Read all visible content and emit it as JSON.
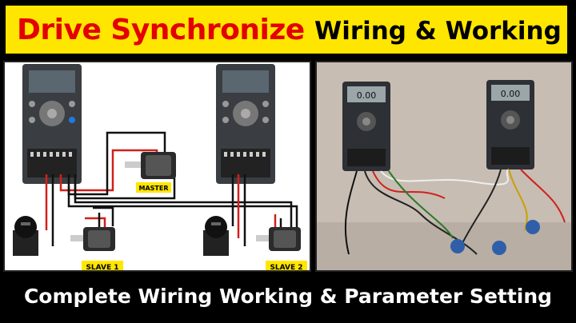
{
  "title": {
    "highlight": "Drive Synchronize",
    "rest": "Wiring & Working"
  },
  "diagram": {
    "labels": {
      "master": "MASTER",
      "slave1": "SLAVE 1",
      "slave2": "SLAVE 2"
    }
  },
  "photo": {
    "drive_display_1": "0.00",
    "drive_display_2": "0.00"
  },
  "footer": {
    "caption": "Complete Wiring Working & Parameter Setting"
  },
  "colors": {
    "title_bg": "#ffe600",
    "title_highlight": "#e30000",
    "footer_bg": "#000000",
    "footer_text": "#ffffff",
    "wire_red": "#d0201a",
    "wire_black": "#111111"
  }
}
